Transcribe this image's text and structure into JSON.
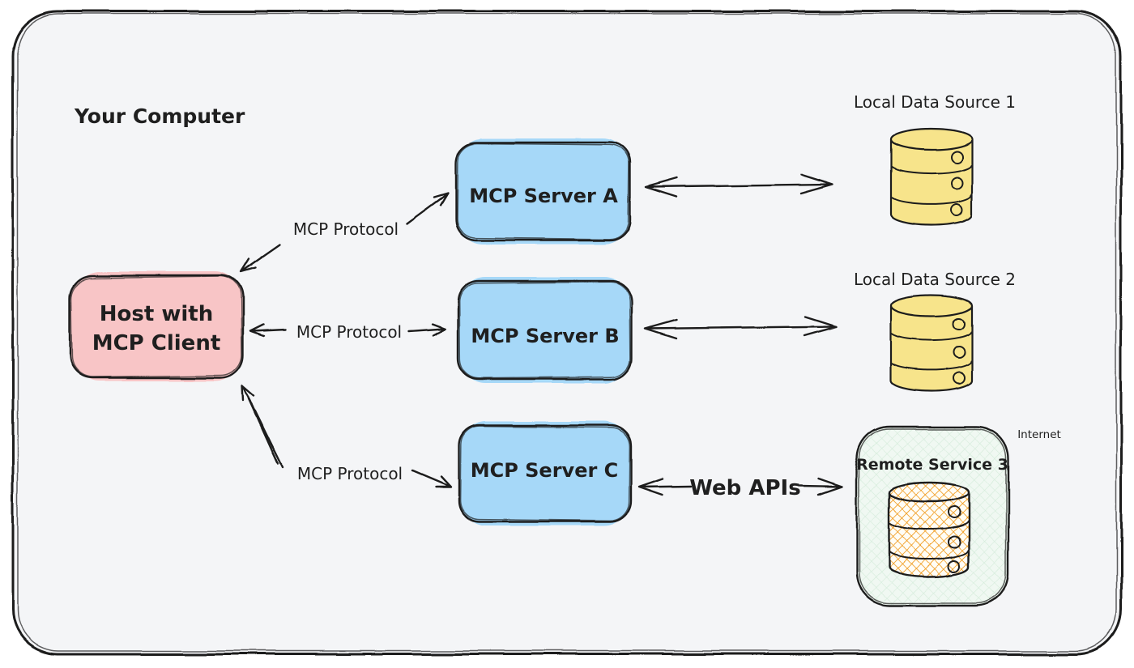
{
  "zones": {
    "your_computer": "Your Computer",
    "internet": "Internet"
  },
  "host": {
    "line1": "Host with",
    "line2": "MCP Client"
  },
  "servers": [
    {
      "label": "MCP Server A"
    },
    {
      "label": "MCP Server B"
    },
    {
      "label": "MCP Server C"
    }
  ],
  "connections": {
    "protocol_a": "MCP Protocol",
    "protocol_b": "MCP Protocol",
    "protocol_c": "MCP Protocol",
    "web_apis": "Web APIs"
  },
  "data_sources": [
    {
      "label": "Local Data Source 1"
    },
    {
      "label": "Local Data Source 2"
    }
  ],
  "remote_service": {
    "label": "Remote Service 3"
  },
  "colors": {
    "canvas_fill": "#f4f5f7",
    "outline": "#1d1d1d",
    "host_fill": "#f8c5c6",
    "host_text": "#e03131",
    "server_fill": "#a6d8f8",
    "database_fill": "#f7e48b",
    "remote_box_fill": "#f0f8f2",
    "remote_db_hatch": "#ef940e"
  }
}
